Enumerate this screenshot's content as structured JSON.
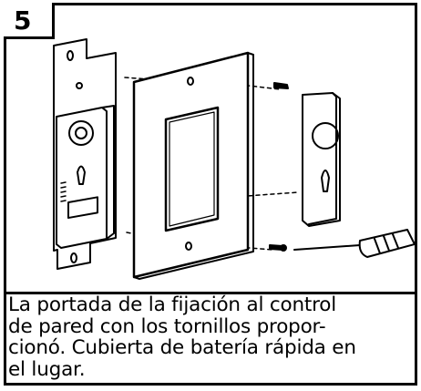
{
  "step": {
    "number": "5"
  },
  "illustration": {
    "parts": [
      "control-device",
      "wall-plate",
      "mounting-screw",
      "battery-cover",
      "screwdriver"
    ]
  },
  "caption": {
    "text": "La portada de la fijación al control\nde pared con los tornillos propor-\ncionó. Cubierta de batería rápida en\nel lugar."
  }
}
